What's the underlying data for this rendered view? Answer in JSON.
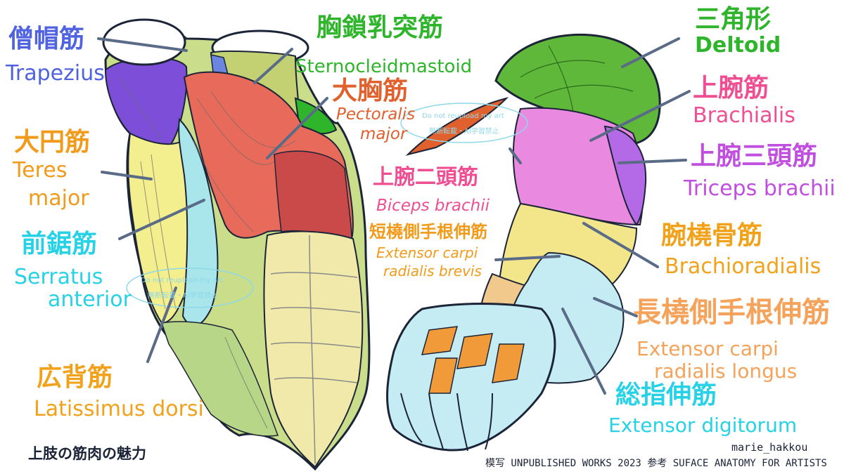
{
  "colors": {
    "trapezius": "#7d4fd8",
    "sternocleidomastoid": "#2fb52b",
    "pectoralis": "#e0602e",
    "teres": "#f29a1a",
    "serratus": "#27d2e6",
    "latissimus": "#f2a21a",
    "deltoid": "#35c224",
    "brachialis": "#ef4f92",
    "triceps": "#c04fe0",
    "biceps": "#ef4f92",
    "ecrb": "#f29a1a",
    "brachioradialis": "#f2a21a",
    "ecrl": "#f5a25a",
    "digitorum": "#27d2e6",
    "ink": "#1c2438",
    "leader": "#5a6b88"
  },
  "labels": {
    "trapezius": {
      "jp": "僧帽筋",
      "en": "Trapezius"
    },
    "sternocleidomastoid": {
      "jp": "胸鎖乳突筋",
      "en": "Sternocleidmastoid"
    },
    "pectoralis": {
      "jp": "大胸筋",
      "en1": "Pectoralis",
      "en2": "major"
    },
    "teres": {
      "jp": "大円筋",
      "en1": "Teres",
      "en2": "major"
    },
    "serratus": {
      "jp": "前鋸筋",
      "en1": "Serratus",
      "en2": "anterior"
    },
    "latissimus": {
      "jp": "広背筋",
      "en": "Latissimus dorsi"
    },
    "deltoid": {
      "jp": "三角形",
      "en": "Deltoid"
    },
    "brachialis": {
      "jp": "上腕筋",
      "en": "Brachialis"
    },
    "triceps": {
      "jp": "上腕三頭筋",
      "en": "Triceps brachii"
    },
    "biceps": {
      "jp": "上腕二頭筋",
      "en": "Biceps brachii"
    },
    "ecrb": {
      "jp": "短橈側手根伸筋",
      "en1": "Extensor carpi",
      "en2": "radialis brevis"
    },
    "brachioradialis": {
      "jp": "腕橈骨筋",
      "en": "Brachioradialis"
    },
    "ecrl": {
      "jp": "長橈側手根伸筋",
      "en1": "Extensor carpi",
      "en2": "radialis longus"
    },
    "digitorum": {
      "jp": "総指伸筋",
      "en": "Extensor digitorum"
    }
  },
  "watermark": {
    "line1": "Do not reupload my art",
    "line2": "無断転載・AI学習禁止"
  },
  "footer": {
    "caption": "上肢の筋肉の魅力",
    "credit": "模写 UNPUBLISHED WORKS 2023 参考 SUFACE ANATOMY FOR ARTISTS",
    "signature": "marie_hakkou"
  }
}
